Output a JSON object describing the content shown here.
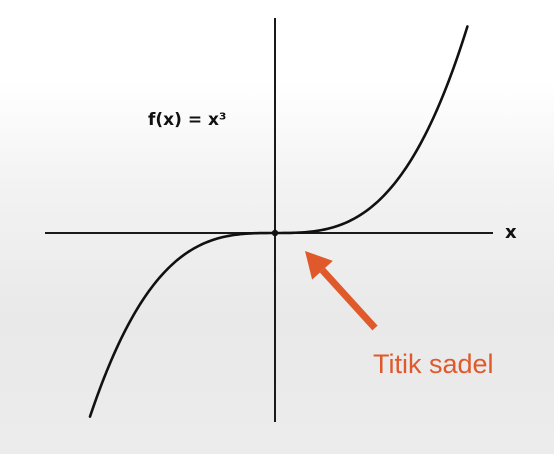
{
  "chart_data": {
    "type": "line",
    "function_label": "f(x) = x³",
    "xlabel": "x",
    "ylabel": "",
    "xlim": [
      -1.5,
      1.5
    ],
    "ylim": [
      -2.2,
      2.4
    ],
    "grid": false,
    "ticks": false,
    "series": [
      {
        "expression": "x^3",
        "x": [
          -1.25,
          -1.2,
          -1.1,
          -1.0,
          -0.9,
          -0.8,
          -0.7,
          -0.6,
          -0.5,
          -0.4,
          -0.3,
          -0.2,
          -0.1,
          0.0,
          0.1,
          0.2,
          0.3,
          0.4,
          0.5,
          0.6,
          0.7,
          0.8,
          0.9,
          1.0,
          1.1,
          1.2,
          1.3
        ],
        "y": [
          -1.953,
          -1.728,
          -1.331,
          -1.0,
          -0.729,
          -0.512,
          -0.343,
          -0.216,
          -0.125,
          -0.064,
          -0.027,
          -0.008,
          -0.001,
          0.0,
          0.001,
          0.008,
          0.027,
          0.064,
          0.125,
          0.216,
          0.343,
          0.512,
          0.729,
          1.0,
          1.331,
          1.728,
          2.197
        ]
      }
    ],
    "annotations": [
      {
        "text": "Titik sadel",
        "target": [
          0,
          0
        ]
      }
    ]
  },
  "colors": {
    "curve": "#111111",
    "axes": "#1a1a1a",
    "annotation": "#e0592a"
  }
}
